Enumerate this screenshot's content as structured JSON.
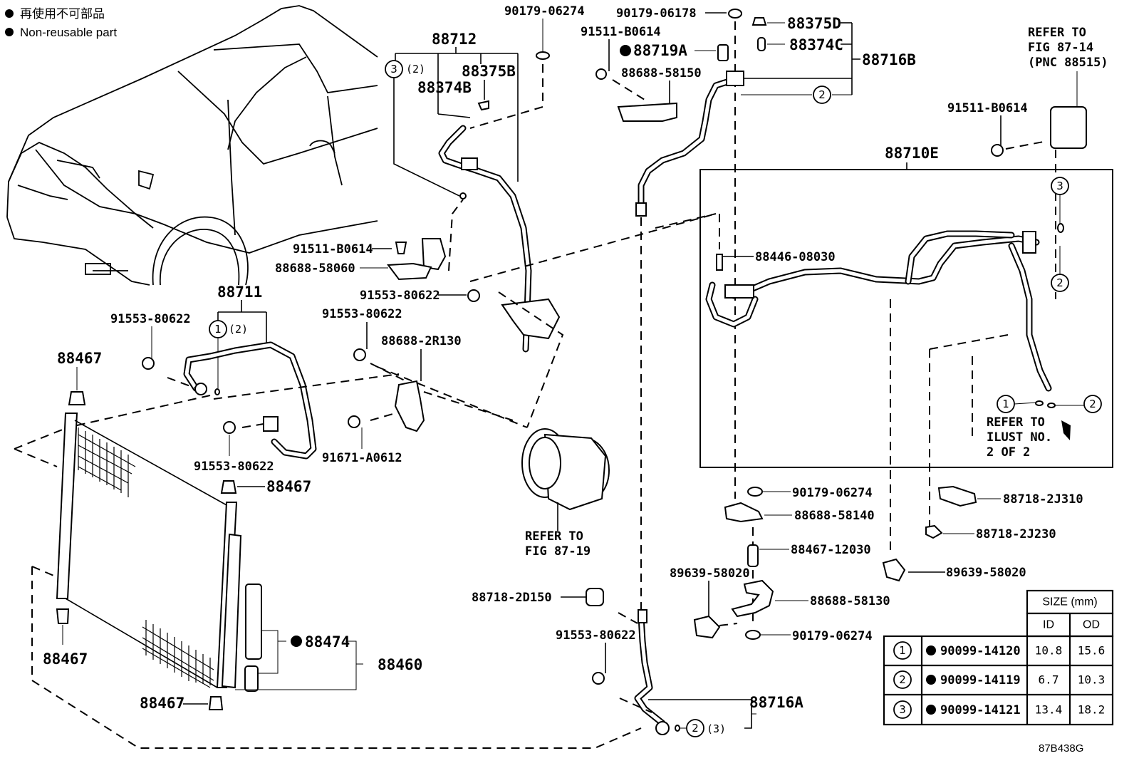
{
  "legend": {
    "symbol": "●",
    "line_ja": "再使用不可部品",
    "line_en": "Non-reusable part"
  },
  "illustration_code": "87B438G",
  "labels": {
    "p88712": "88712",
    "p88375B": "88375B",
    "p88374B": "88374B",
    "p90179_06274_top": "90179-06274",
    "p90179_06178": "90179-06178",
    "p91511_B0614_top": "91511-B0614",
    "p88719A": "88719A",
    "p88688_58150": "88688-58150",
    "p88375D": "88375D",
    "p88374C": "88374C",
    "p88716B": "88716B",
    "refer_fig_87_14": [
      "REFER TO",
      "FIG 87-14",
      "(PNC 88515)"
    ],
    "p91511_B0614_right": "91511-B0614",
    "p88710E": "88710E",
    "p88446_08030": "88446-08030",
    "p91511_B0614_mid": "91511-B0614",
    "p88688_58060": "88688-58060",
    "p91553_80622_a": "91553-80622",
    "p88711": "88711",
    "p91553_80622_b": "91553-80622",
    "p91553_80622_c": "91553-80622",
    "p88688_2R130": "88688-2R130",
    "p88467_a": "88467",
    "p91553_80622_d": "91553-80622",
    "p91671_A0612": "91671-A0612",
    "p88467_b": "88467",
    "refer_fig_87_19": [
      "REFER TO",
      "FIG 87-19"
    ],
    "refer_ilust": [
      "REFER TO",
      "ILUST NO.",
      "2 OF 2"
    ],
    "p90179_06274_mid": "90179-06274",
    "p88688_58140": "88688-58140",
    "p88467_12030": "88467-12030",
    "p88718_2J310": "88718-2J310",
    "p88718_2J230": "88718-2J230",
    "p89639_58020_a": "89639-58020",
    "p89639_58020_b": "89639-58020",
    "p88688_58130": "88688-58130",
    "p90179_06274_low": "90179-06274",
    "p88718_2D150": "88718-2D150",
    "p91553_80622_e": "91553-80622",
    "p88716A": "88716A",
    "p88467_c": "88467",
    "p88474": "88474",
    "p88460": "88460",
    "p88467_d": "88467",
    "qty_2": "(2)",
    "qty_3": "(3)"
  },
  "callouts": {
    "c1": "1",
    "c2": "2",
    "c3": "3"
  },
  "size_table": {
    "header": "SIZE (mm)",
    "col_id": "ID",
    "col_od": "OD",
    "rows": [
      {
        "ref": "1",
        "part": "90099-14120",
        "id": "10.8",
        "od": "15.6"
      },
      {
        "ref": "2",
        "part": "90099-14119",
        "id": "6.7",
        "od": "10.3"
      },
      {
        "ref": "3",
        "part": "90099-14121",
        "id": "13.4",
        "od": "18.2"
      }
    ]
  }
}
